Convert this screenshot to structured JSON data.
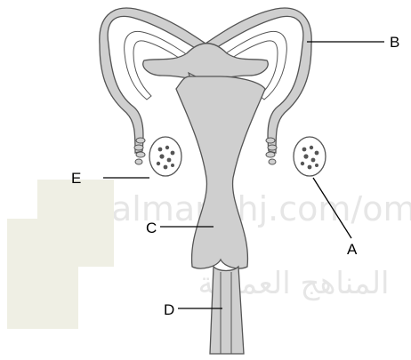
{
  "diagram": {
    "labels": {
      "a": "A",
      "b": "B",
      "c": "C",
      "d": "D",
      "e": "E"
    },
    "watermark": {
      "text": "almanahj.com/om",
      "arabic": "المناهج العمانية"
    }
  },
  "colors": {
    "organ_fill": "#cfcfcf",
    "outline": "#555555",
    "patch": "#efefe4",
    "leader": "#000000"
  }
}
